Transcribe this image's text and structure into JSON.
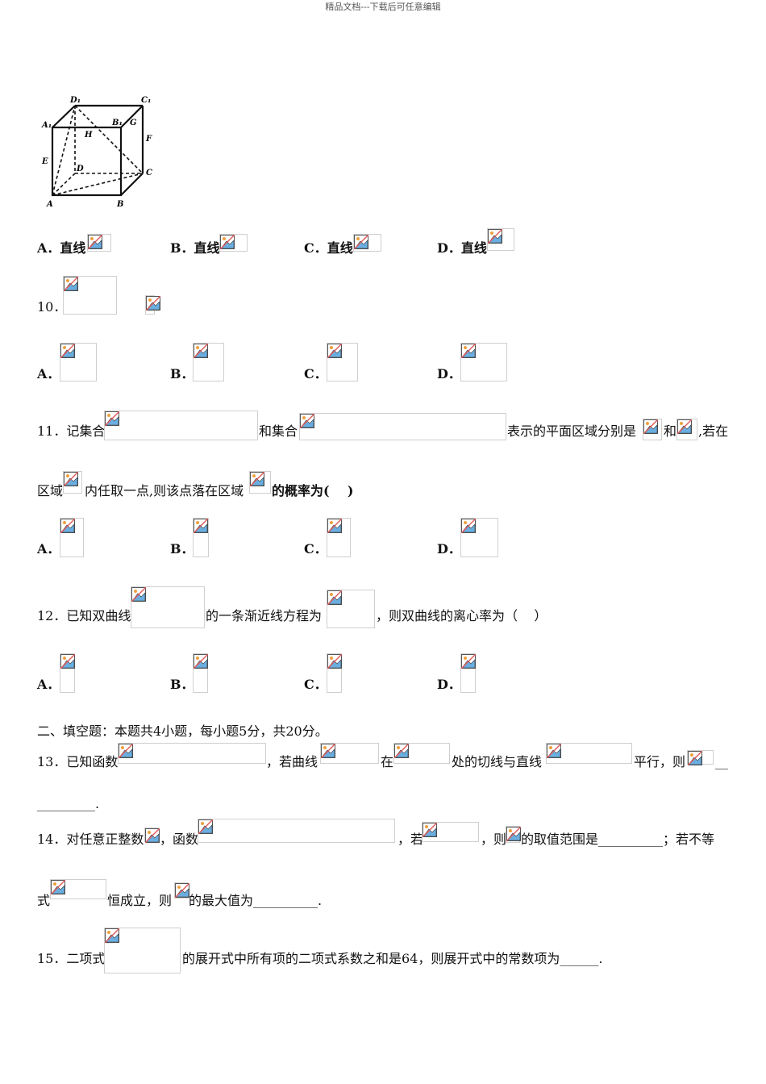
{
  "header": "精品文档---下载后可任意编辑",
  "figure": {
    "labels": [
      "D₁",
      "C₁",
      "A₁",
      "B₁",
      "G",
      "H",
      "F",
      "E",
      "D",
      "C",
      "A",
      "B"
    ]
  },
  "q9": {
    "options": [
      "A．直线",
      "B．直线",
      "C．直线",
      "D．直线"
    ]
  },
  "q10": {
    "number": "10．",
    "options": [
      "A．",
      "B．",
      "C．",
      "D．"
    ]
  },
  "q11": {
    "parts": [
      "11．记集合",
      "和集合",
      "表示的平面区域分别是",
      "和",
      ",若在",
      "区域",
      "内任取一点,则该点落在区域",
      "的概率为(    )"
    ],
    "options": [
      "A．",
      "B．",
      "C．",
      "D．"
    ]
  },
  "q12": {
    "parts": [
      "12．已知双曲线",
      "的一条渐近线方程为",
      "，则双曲线的离心率为（    ）"
    ],
    "options": [
      "A．",
      "B．",
      "C．",
      "D．"
    ]
  },
  "section2": "二、填空题：本题共4小题，每小题5分，共20分。",
  "q13": {
    "parts": [
      "13．已知函数",
      "，若曲线",
      "在",
      "处的切线与直线",
      "平行，则",
      "__",
      "_________."
    ]
  },
  "q14": {
    "parts": [
      "14．对任意正整数",
      "，函数",
      "，若",
      "，则",
      "的取值范围是__________；若不等",
      "式",
      "恒成立，则",
      "的最大值为__________."
    ]
  },
  "q15": {
    "parts": [
      "15．二项式",
      "的展开式中所有项的二项式系数之和是64，则展开式中的常数项为______."
    ]
  }
}
